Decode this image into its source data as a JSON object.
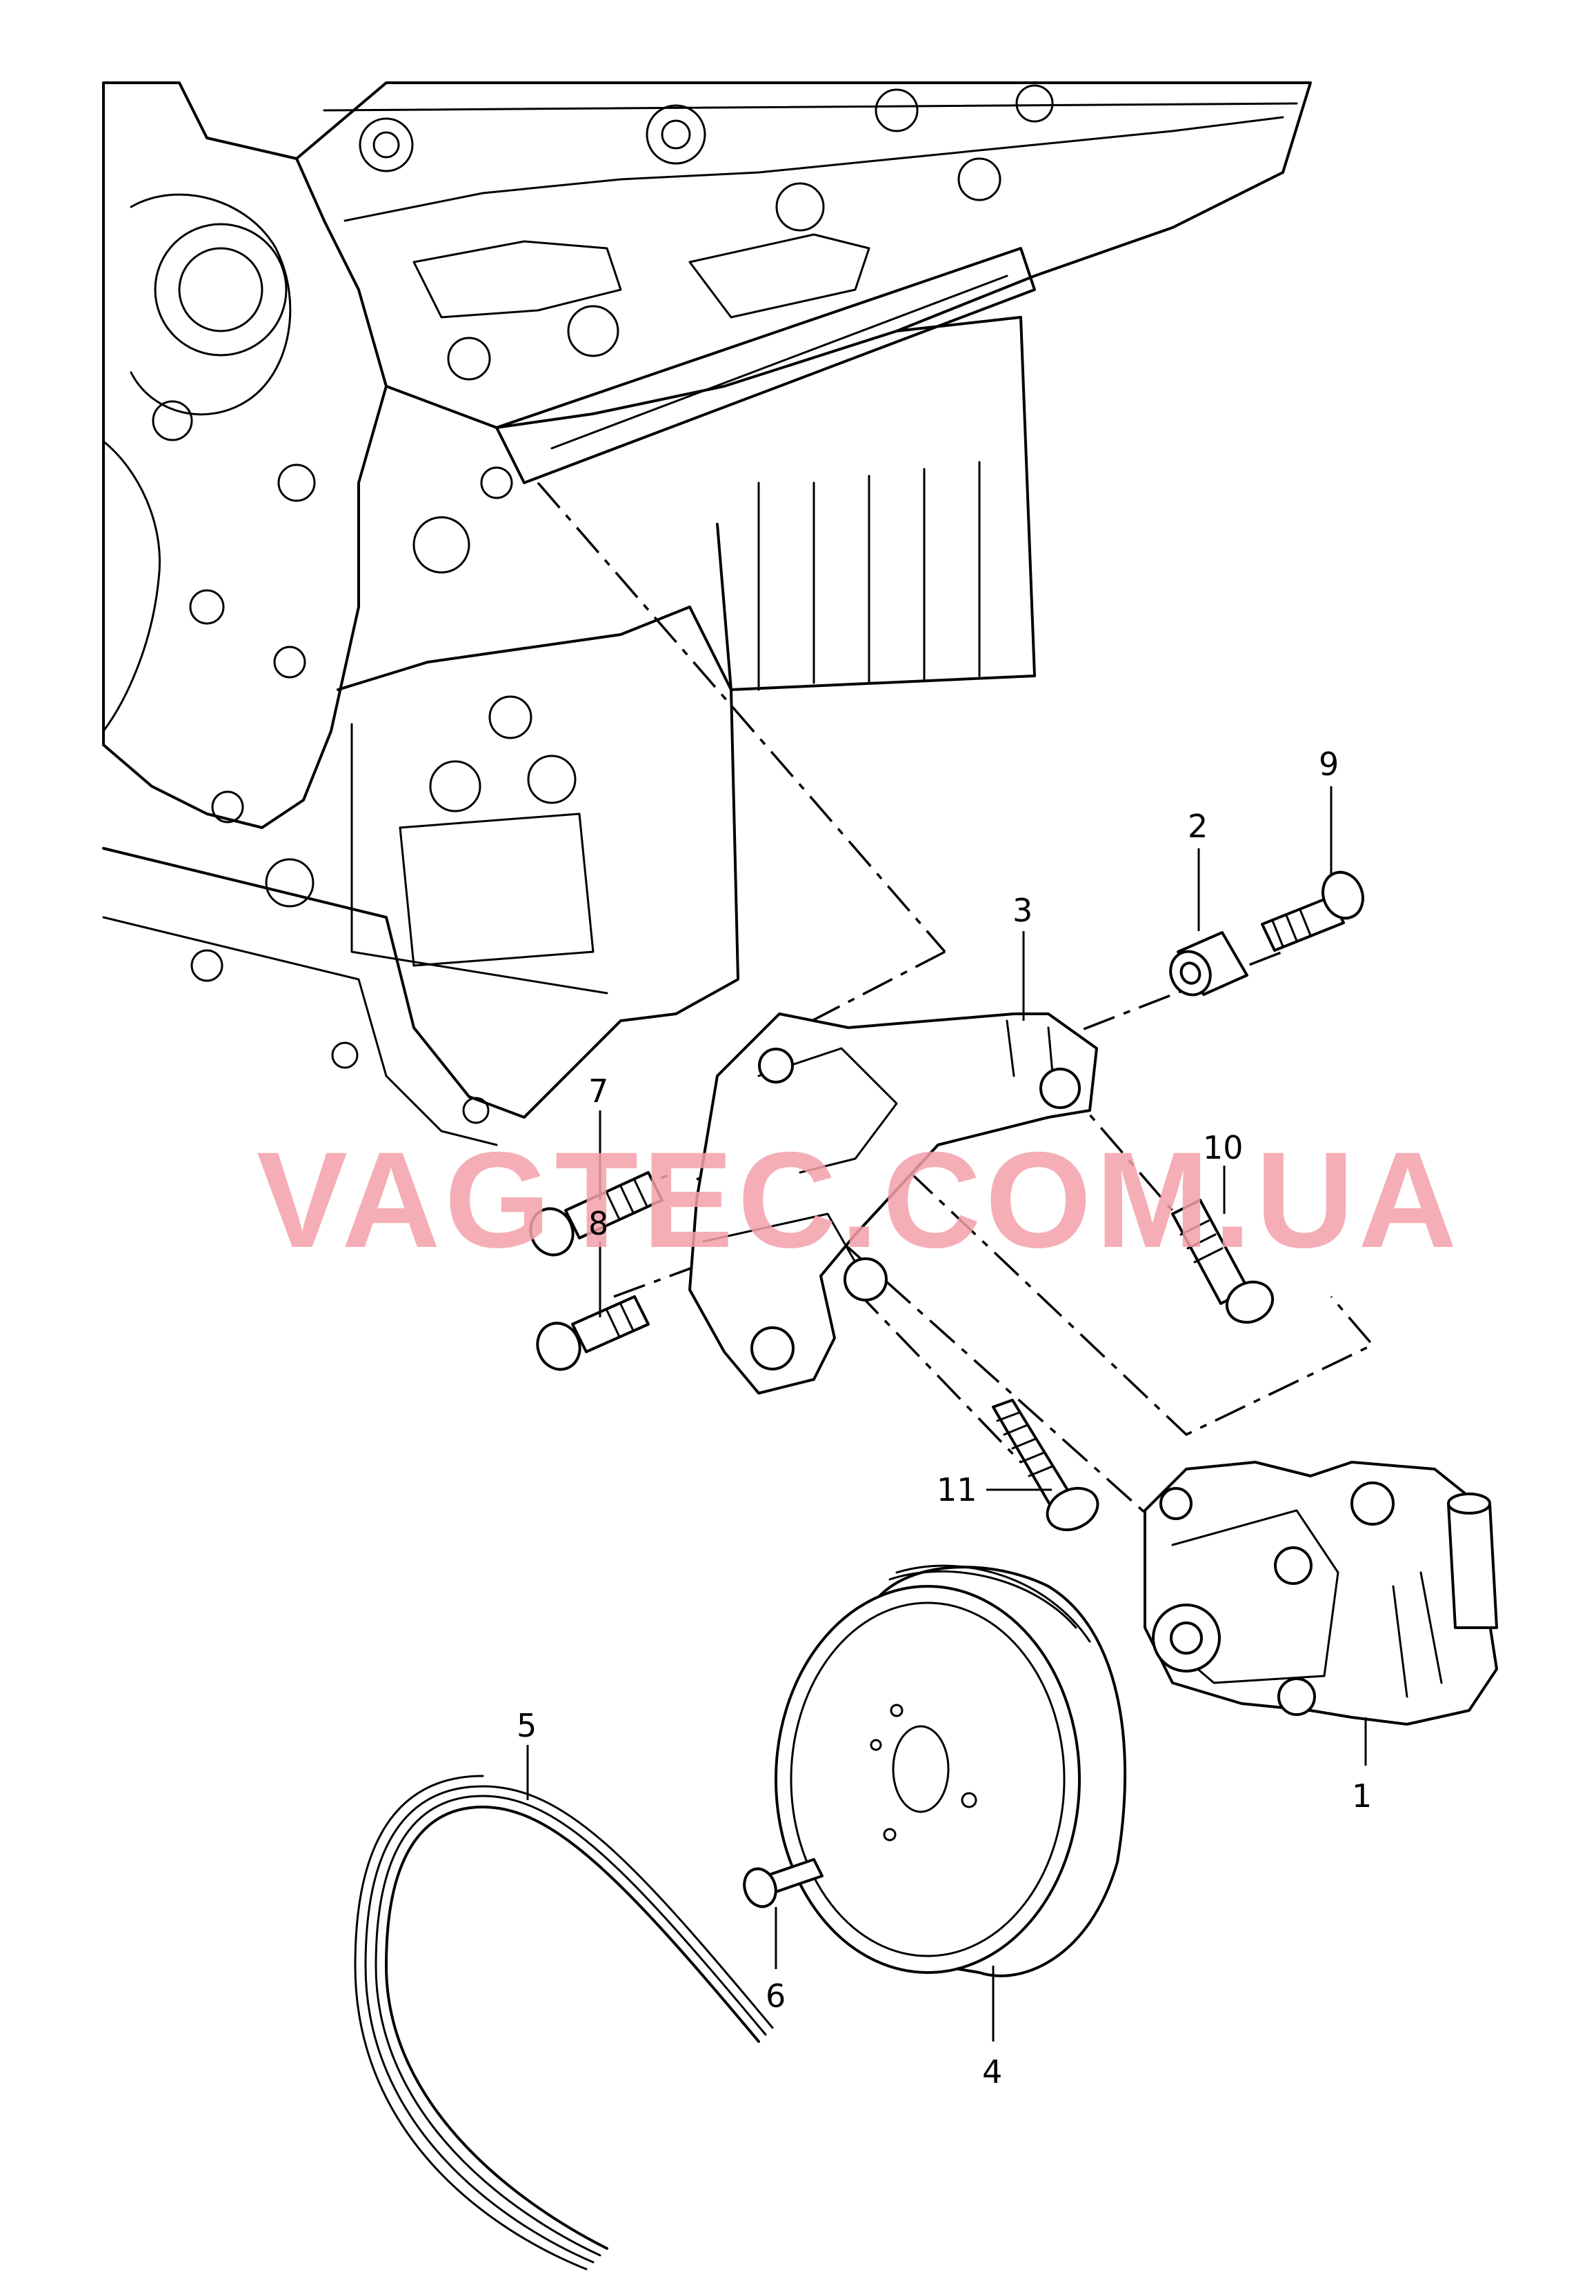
{
  "watermark": "VAGTEC.COM.UA",
  "callouts": {
    "c1": "1",
    "c2": "2",
    "c3": "3",
    "c4": "4",
    "c5": "5",
    "c6": "6",
    "c7": "7",
    "c8": "8",
    "c9": "9",
    "c10": "10",
    "c11": "11"
  }
}
